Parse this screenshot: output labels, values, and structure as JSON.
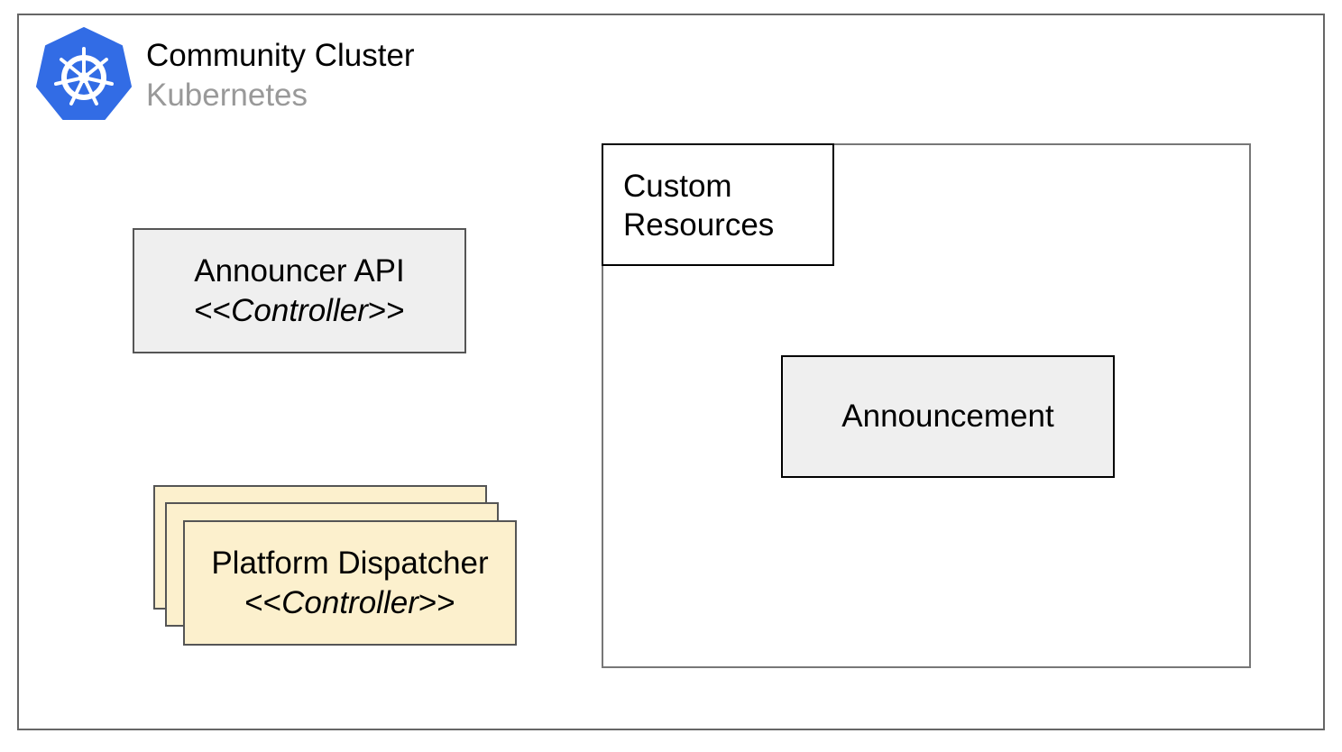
{
  "cluster": {
    "title": "Community Cluster",
    "subtitle": "Kubernetes",
    "logo_icon": "kubernetes-helm-icon",
    "logo_color": "#326ce5"
  },
  "components": {
    "announcer_api": {
      "name": "Announcer API",
      "stereotype_open": "<<",
      "stereotype": "Controller",
      "stereotype_close": ">>",
      "fill": "#efefef"
    },
    "platform_dispatcher": {
      "name": "Platform Dispatcher",
      "stereotype_open": "<<",
      "stereotype": "Controller",
      "stereotype_close": ">>",
      "fill": "#fcf0cd"
    }
  },
  "custom_resources": {
    "label_line1": "Custom",
    "label_line2": "Resources",
    "items": [
      {
        "name": "Announcement",
        "fill": "#efefef"
      }
    ]
  }
}
